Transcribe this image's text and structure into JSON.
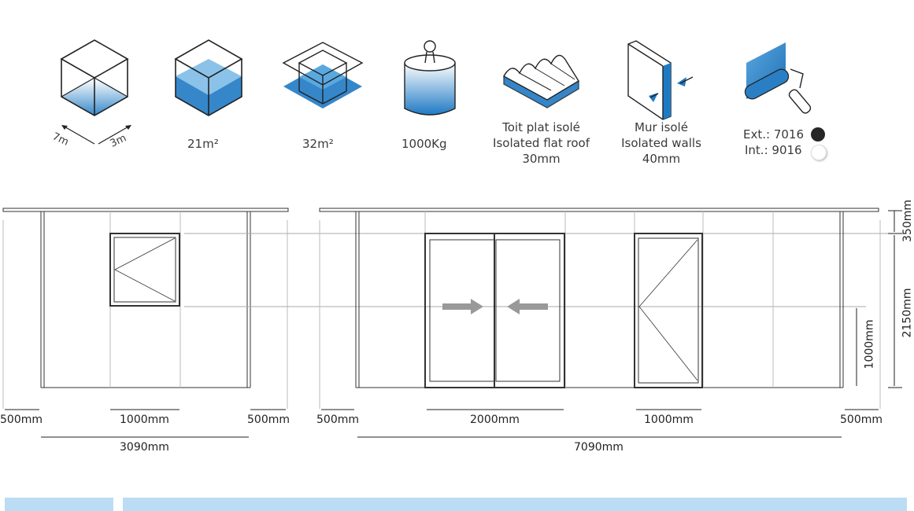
{
  "icons": {
    "dims": {
      "length": "7m",
      "width": "3m"
    },
    "floor_area": "21m²",
    "volume_area": "32m²",
    "load": "1000Kg",
    "roof": {
      "line1": "Toit plat isolé",
      "line2": "Isolated flat roof",
      "line3": "30mm"
    },
    "walls": {
      "line1": "Mur isolé",
      "line2": "Isolated walls",
      "line3": "40mm"
    },
    "colors": {
      "ext_label": "Ext.: 7016",
      "int_label": "Int.: 9016",
      "ext_color": "#262626",
      "int_color": "#ffffff"
    }
  },
  "dimensions": {
    "left": {
      "side_left": "500mm",
      "window": "1000mm",
      "side_right": "500mm",
      "total": "3090mm"
    },
    "right": {
      "side_left": "500mm",
      "sliding_door": "2000mm",
      "door": "1000mm",
      "side_right": "500mm",
      "total": "7090mm"
    },
    "vertical": {
      "roof": "350mm",
      "wall": "2150mm",
      "window_sill": "1000mm"
    }
  },
  "theme": {
    "accent": "#1f7ac4",
    "accent_light": "#bcdcf3",
    "line": "#333333",
    "arrow": "#999999"
  }
}
